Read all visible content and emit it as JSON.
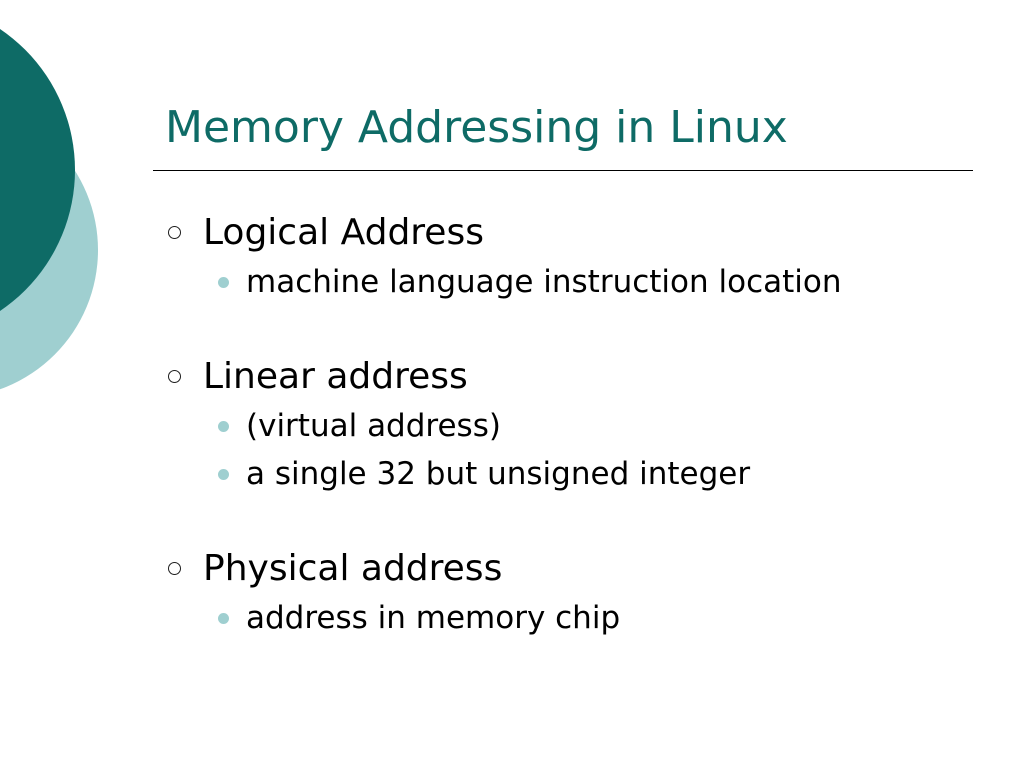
{
  "slide": {
    "title": "Memory Addressing in Linux",
    "items": [
      {
        "label": "Logical Address",
        "subitems": [
          "machine language instruction location"
        ]
      },
      {
        "label": "Linear address",
        "subitems": [
          "(virtual address)",
          "a single 32 but unsigned integer"
        ]
      },
      {
        "label": "Physical address",
        "subitems": [
          "address in memory chip"
        ]
      }
    ]
  },
  "colors": {
    "title": "#0e6b66",
    "dark_teal": "#0e6b66",
    "light_teal": "#9fcfd0",
    "bullet_dot": "#9fcfd0"
  },
  "icons": {
    "level1_bullet": "hollow-ring-icon",
    "level2_bullet": "filled-dot-icon"
  }
}
